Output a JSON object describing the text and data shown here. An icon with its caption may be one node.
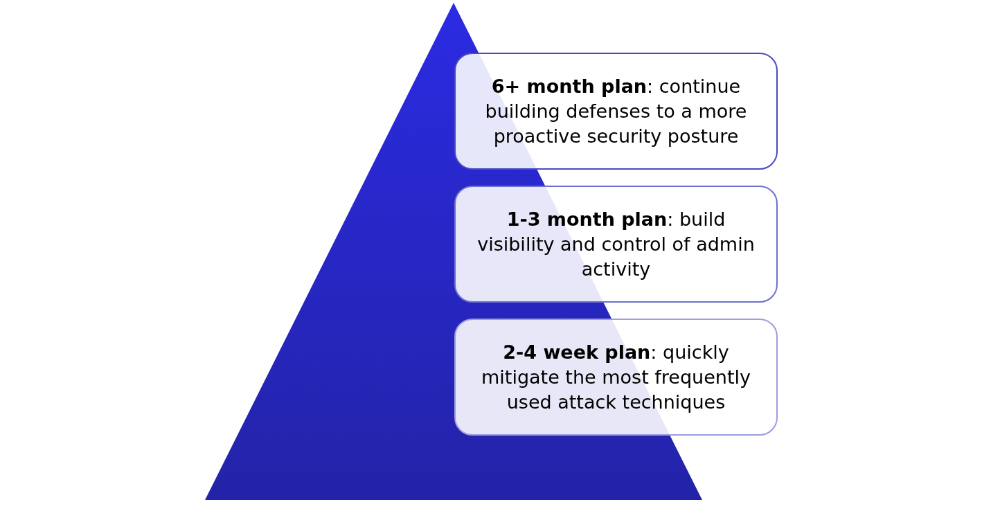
{
  "diagram": {
    "nodes": [
      {
        "text": [],
        "shape": "triangle"
      },
      {
        "text": [
          "**6+ month plan**: continue building defenses to a more proactive security posture"
        ]
      },
      {
        "text": [
          "**1-3 month plan**: build visibility and control of admin activity"
        ]
      },
      {
        "text": [
          "**2-4 week plan**: quickly mitigate the most frequently used attack techniques"
        ]
      }
    ],
    "edges": []
  }
}
